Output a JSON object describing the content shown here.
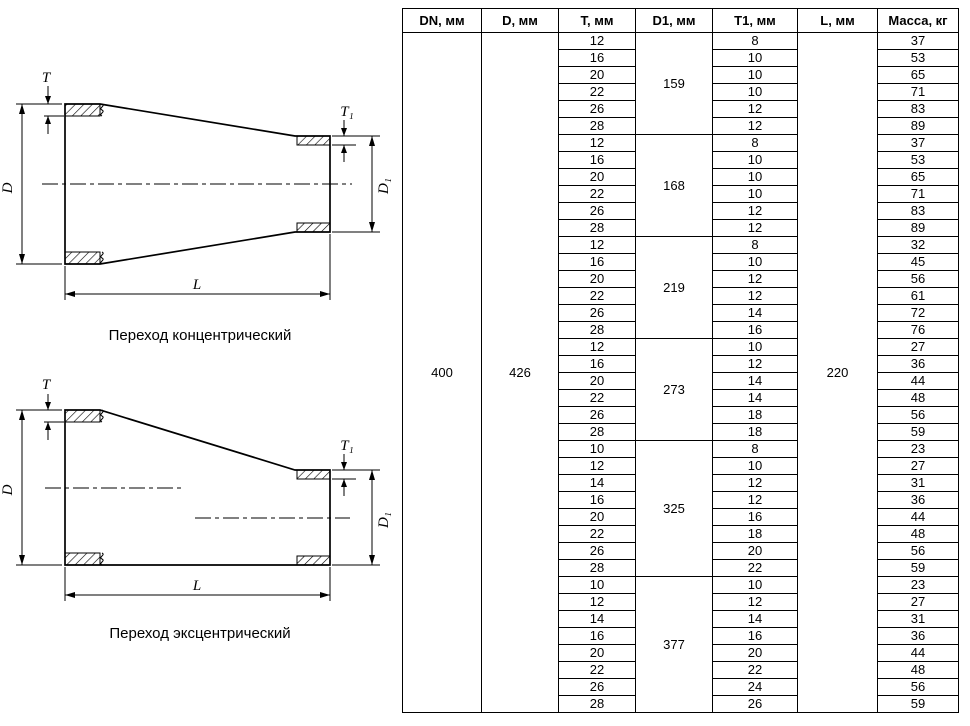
{
  "figures": {
    "concentric": {
      "caption": "Переход концентрический",
      "labels": {
        "T": "T",
        "T1": "T₁",
        "D": "D",
        "D1": "D₁",
        "L": "L"
      }
    },
    "eccentric": {
      "caption": "Переход эксцентрический",
      "labels": {
        "T": "T",
        "T1": "T₁",
        "D": "D",
        "D1": "D₁",
        "L": "L"
      }
    }
  },
  "table": {
    "headers": [
      "DN, мм",
      "D, мм",
      "T, мм",
      "D1, мм",
      "T1, мм",
      "L, мм",
      "Масса, кг"
    ],
    "dn": "400",
    "d": "426",
    "l": "220",
    "groups": [
      {
        "d1": "159",
        "rows": [
          {
            "t": "12",
            "t1": "8",
            "mass": "37"
          },
          {
            "t": "16",
            "t1": "10",
            "mass": "53"
          },
          {
            "t": "20",
            "t1": "10",
            "mass": "65"
          },
          {
            "t": "22",
            "t1": "10",
            "mass": "71"
          },
          {
            "t": "26",
            "t1": "12",
            "mass": "83"
          },
          {
            "t": "28",
            "t1": "12",
            "mass": "89"
          }
        ]
      },
      {
        "d1": "168",
        "rows": [
          {
            "t": "12",
            "t1": "8",
            "mass": "37"
          },
          {
            "t": "16",
            "t1": "10",
            "mass": "53"
          },
          {
            "t": "20",
            "t1": "10",
            "mass": "65"
          },
          {
            "t": "22",
            "t1": "10",
            "mass": "71"
          },
          {
            "t": "26",
            "t1": "12",
            "mass": "83"
          },
          {
            "t": "28",
            "t1": "12",
            "mass": "89"
          }
        ]
      },
      {
        "d1": "219",
        "rows": [
          {
            "t": "12",
            "t1": "8",
            "mass": "32"
          },
          {
            "t": "16",
            "t1": "10",
            "mass": "45"
          },
          {
            "t": "20",
            "t1": "12",
            "mass": "56"
          },
          {
            "t": "22",
            "t1": "12",
            "mass": "61"
          },
          {
            "t": "26",
            "t1": "14",
            "mass": "72"
          },
          {
            "t": "28",
            "t1": "16",
            "mass": "76"
          }
        ]
      },
      {
        "d1": "273",
        "rows": [
          {
            "t": "12",
            "t1": "10",
            "mass": "27"
          },
          {
            "t": "16",
            "t1": "12",
            "mass": "36"
          },
          {
            "t": "20",
            "t1": "14",
            "mass": "44"
          },
          {
            "t": "22",
            "t1": "14",
            "mass": "48"
          },
          {
            "t": "26",
            "t1": "18",
            "mass": "56"
          },
          {
            "t": "28",
            "t1": "18",
            "mass": "59"
          }
        ]
      },
      {
        "d1": "325",
        "rows": [
          {
            "t": "10",
            "t1": "8",
            "mass": "23"
          },
          {
            "t": "12",
            "t1": "10",
            "mass": "27"
          },
          {
            "t": "14",
            "t1": "12",
            "mass": "31"
          },
          {
            "t": "16",
            "t1": "12",
            "mass": "36"
          },
          {
            "t": "20",
            "t1": "16",
            "mass": "44"
          },
          {
            "t": "22",
            "t1": "18",
            "mass": "48"
          },
          {
            "t": "26",
            "t1": "20",
            "mass": "56"
          },
          {
            "t": "28",
            "t1": "22",
            "mass": "59"
          }
        ]
      },
      {
        "d1": "377",
        "rows": [
          {
            "t": "10",
            "t1": "10",
            "mass": "23"
          },
          {
            "t": "12",
            "t1": "12",
            "mass": "27"
          },
          {
            "t": "14",
            "t1": "14",
            "mass": "31"
          },
          {
            "t": "16",
            "t1": "16",
            "mass": "36"
          },
          {
            "t": "20",
            "t1": "20",
            "mass": "44"
          },
          {
            "t": "22",
            "t1": "22",
            "mass": "48"
          },
          {
            "t": "26",
            "t1": "24",
            "mass": "56"
          },
          {
            "t": "28",
            "t1": "26",
            "mass": "59"
          }
        ]
      }
    ]
  }
}
